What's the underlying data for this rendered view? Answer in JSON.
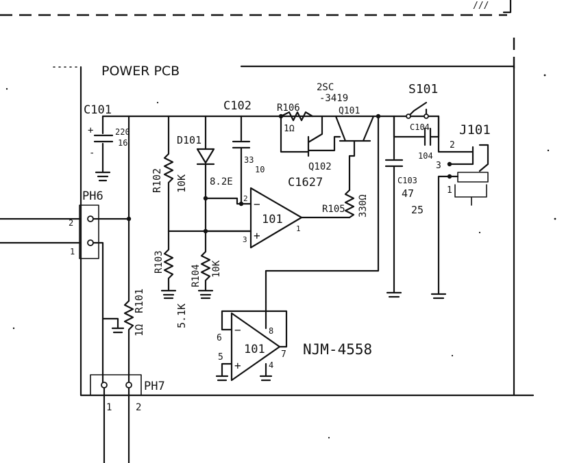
{
  "board_label": "POWER PCB",
  "ic_part": "NJM-4558",
  "components": {
    "c101": {
      "ref": "C101",
      "value_a": "220",
      "value_b": "16",
      "plus": "+",
      "minus": "-"
    },
    "d101": {
      "ref": "D101",
      "value": "8.2E"
    },
    "c102": {
      "ref": "C102",
      "value_a": "33",
      "value_b": "10"
    },
    "r106": {
      "ref": "R106",
      "value": "1Ω"
    },
    "q101": {
      "ref_a": "2SC",
      "ref_b": "-3419",
      "ref_c": "Q101"
    },
    "q102": {
      "ref": "Q102",
      "value": "C1627"
    },
    "r105": {
      "ref": "R105",
      "value": "330Ω"
    },
    "r102": {
      "ref": "R102",
      "value": "10K"
    },
    "r103": {
      "ref": "R103",
      "value": "5.1K"
    },
    "r104": {
      "ref": "R104",
      "value": "10K"
    },
    "r101": {
      "ref": "R101",
      "value": "1Ω"
    },
    "s101": {
      "ref": "S101"
    },
    "c104": {
      "ref": "C104",
      "value": "104"
    },
    "c103": {
      "ref": "C103",
      "value_a": "47",
      "value_b": "25"
    },
    "j101": {
      "ref": "J101"
    },
    "ph6": {
      "ref": "PH6",
      "pin1": "1",
      "pin2": "2"
    },
    "ph7": {
      "ref": "PH7",
      "pin1": "1",
      "pin2": "2"
    },
    "op_top": {
      "ref": "101",
      "pin_inv": "2",
      "pin_non": "3",
      "pin_out": "1",
      "minus": "−",
      "plus": "+"
    },
    "op_bot": {
      "ref": "101",
      "pin_inv": "6",
      "pin_non": "5",
      "pin_out": "7",
      "pin_v": "8",
      "pin_g": "4",
      "minus": "−",
      "plus": "+"
    }
  },
  "jack_pins": {
    "p1": "1",
    "p2": "2",
    "p3": "3"
  },
  "corner_mark": "///"
}
